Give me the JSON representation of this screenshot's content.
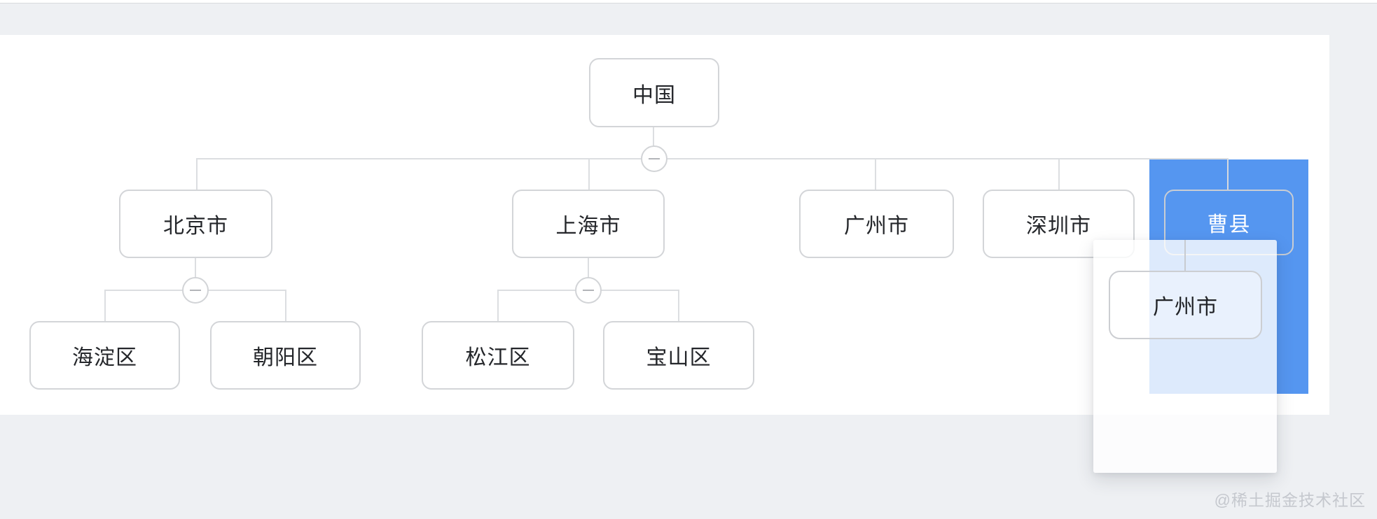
{
  "org_chart": {
    "root": {
      "label": "中国"
    },
    "cities": [
      {
        "label": "北京市"
      },
      {
        "label": "上海市"
      },
      {
        "label": "广州市"
      },
      {
        "label": "深圳市"
      },
      {
        "label": "曹县",
        "state": "drop-target-highlighted"
      }
    ],
    "beijing_districts": [
      {
        "label": "海淀区"
      },
      {
        "label": "朝阳区"
      }
    ],
    "shanghai_districts": [
      {
        "label": "松江区"
      },
      {
        "label": "宝山区"
      }
    ]
  },
  "drag_preview": {
    "label": "广州市"
  },
  "watermark": {
    "text": "@稀土掘金技术社区"
  },
  "icons": {
    "collapse": "minus"
  },
  "colors": {
    "page_background": "#eef0f3",
    "canvas_background": "#ffffff",
    "drop_highlight": "#5596f0",
    "node_border": "#d3d5d8",
    "connector": "#dcdee1",
    "node_text": "#24262a",
    "drop_target_text": "#ffffff",
    "watermark_text": "#c5c8ce"
  }
}
